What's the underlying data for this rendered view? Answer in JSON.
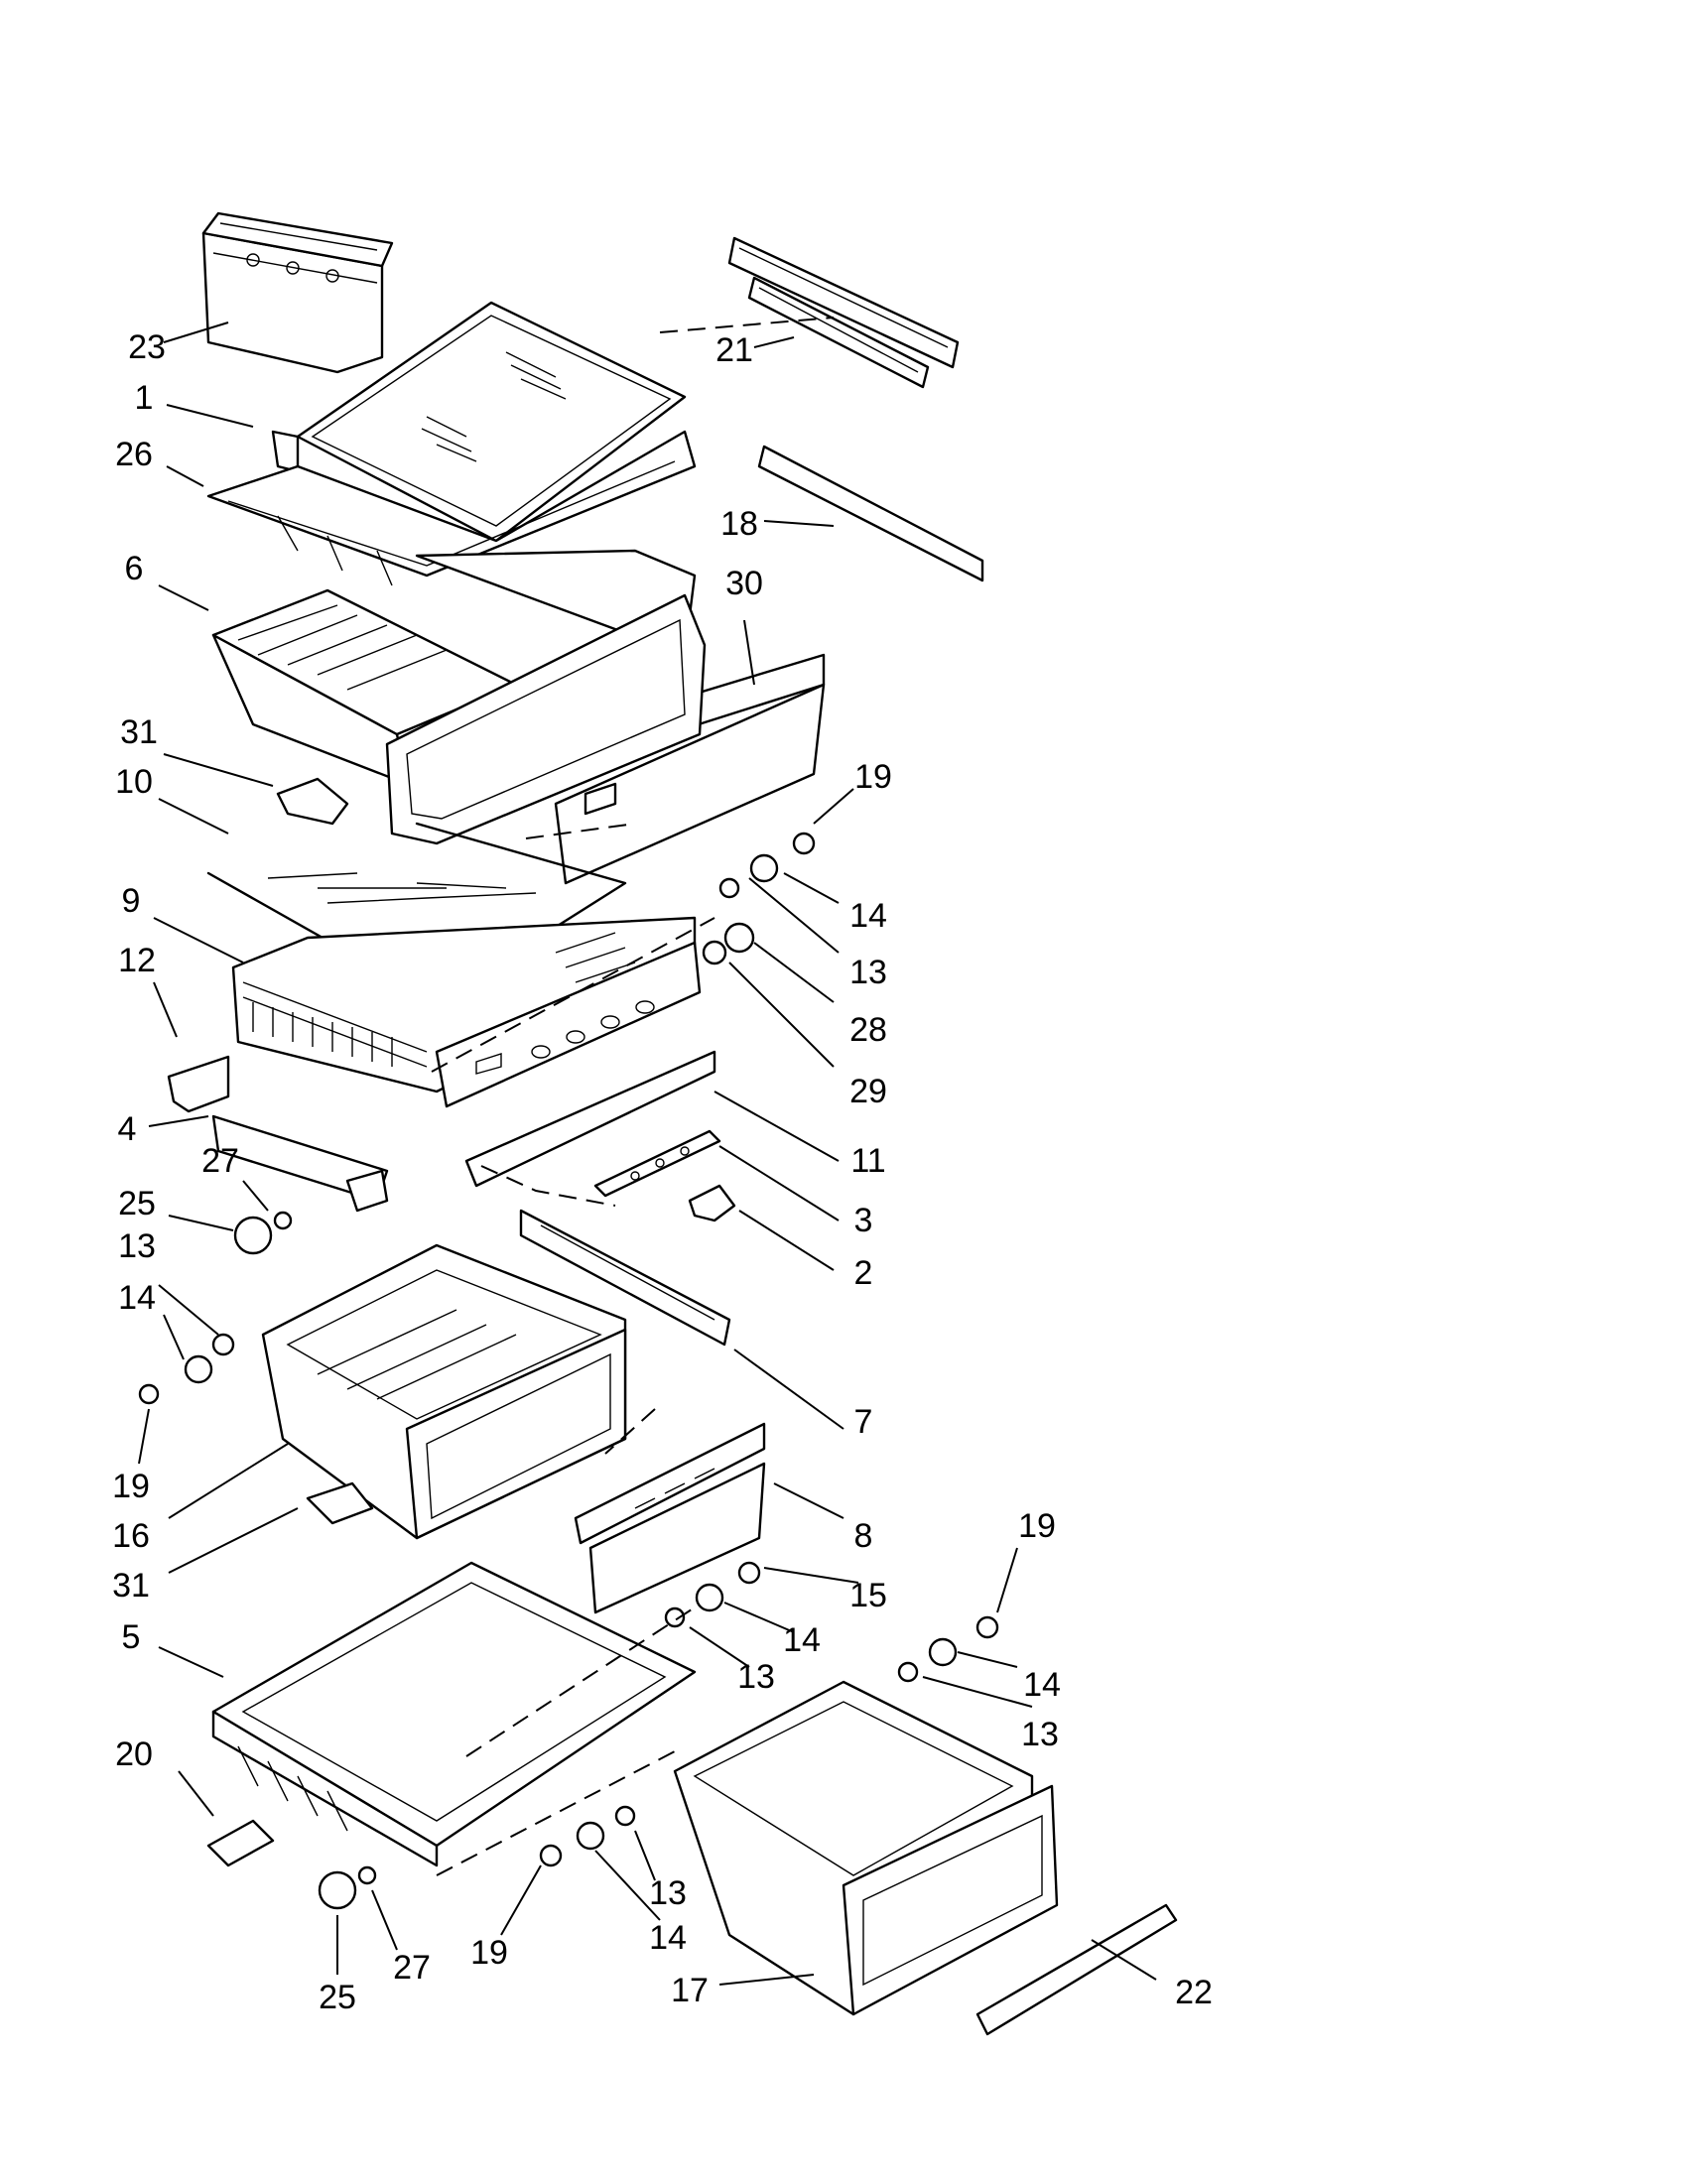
{
  "diagram": {
    "type": "exploded-parts-diagram",
    "callouts": [
      "23",
      "1",
      "26",
      "6",
      "21",
      "18",
      "30",
      "31",
      "10",
      "19",
      "14",
      "13",
      "28",
      "9",
      "12",
      "29",
      "4",
      "11",
      "27",
      "3",
      "25",
      "2",
      "7",
      "16",
      "8",
      "15",
      "5",
      "20",
      "17",
      "22"
    ],
    "labels": {
      "c23": "23",
      "c1": "1",
      "c26": "26",
      "c6": "6",
      "c21": "21",
      "c18": "18",
      "c30": "30",
      "c31a": "31",
      "c10": "10",
      "c19a": "19",
      "c14a": "14",
      "c13a": "13",
      "c28": "28",
      "c9": "9",
      "c12": "12",
      "c29": "29",
      "c4": "4",
      "c11": "11",
      "c27a": "27",
      "c3": "3",
      "c25a": "25",
      "c13b": "13",
      "c2": "2",
      "c14b": "14",
      "c7": "7",
      "c19b": "19",
      "c16": "16",
      "c8": "8",
      "c31b": "31",
      "c19c": "19",
      "c15": "15",
      "c14c": "14",
      "c5": "5",
      "c13c": "13",
      "c14d": "14",
      "c13d": "13",
      "c20": "20",
      "c13e": "13",
      "c14e": "14",
      "c19d": "19",
      "c27b": "27",
      "c25b": "25",
      "c17": "17",
      "c22": "22"
    },
    "colors": {
      "line": "#000000",
      "background": "#ffffff"
    }
  }
}
